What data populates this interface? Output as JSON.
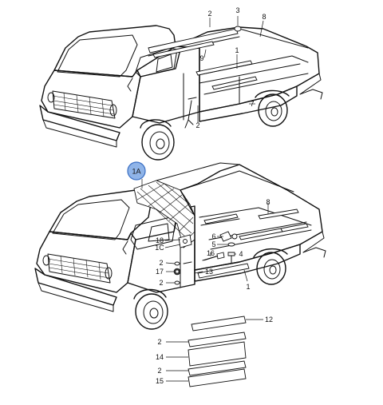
{
  "diagram": {
    "callout_labels": {
      "top_2": "2",
      "top_3": "3",
      "top_8": "8",
      "top_9": "9",
      "top_1": "1",
      "top_2b": "2",
      "top_7": "7",
      "badge_1a": "1A",
      "mid_8": "8",
      "mid_18": "18",
      "mid_1c": "1C",
      "mid_6": "6",
      "mid_5": "5",
      "mid_16": "16",
      "mid_4": "4",
      "mid_2a": "2",
      "mid_17": "17",
      "mid_2b": "2",
      "mid_13": "13",
      "mid_1": "1",
      "strip_12": "12",
      "strip_2a": "2",
      "strip_14": "14",
      "strip_2b": "2",
      "strip_15": "15"
    },
    "colors": {
      "line": "#111111",
      "badge_fill": "#8fb4e8",
      "badge_stroke": "#3a6fc4",
      "background": "#ffffff"
    }
  }
}
